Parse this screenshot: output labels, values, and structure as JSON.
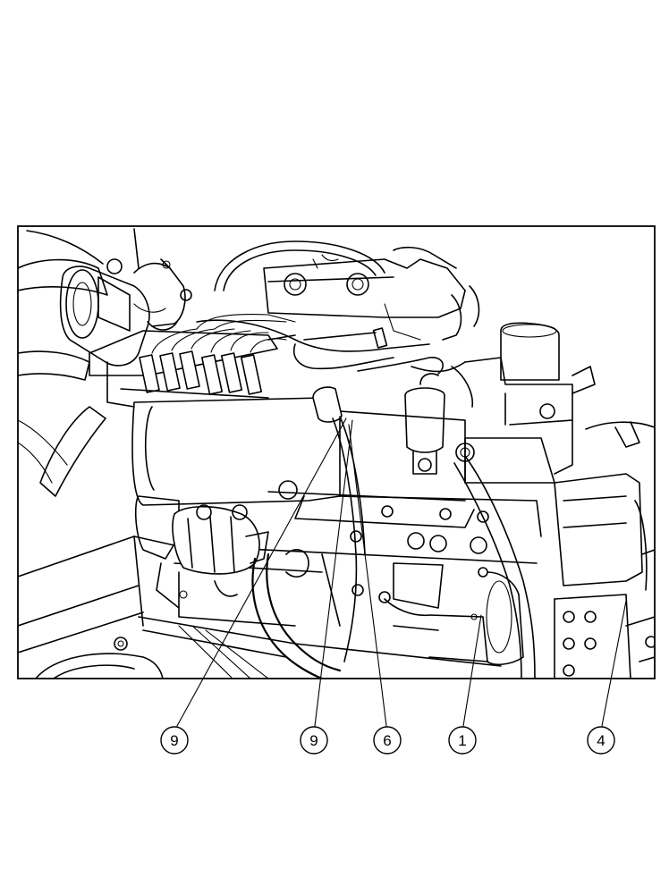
{
  "figure": {
    "description_label": "",
    "callouts": [
      {
        "id": "c1",
        "label": "9"
      },
      {
        "id": "c2",
        "label": "9"
      },
      {
        "id": "c3",
        "label": "6"
      },
      {
        "id": "c4",
        "label": "1"
      },
      {
        "id": "c5",
        "label": "4"
      }
    ]
  },
  "colors": {
    "line": "#000000",
    "background": "#ffffff"
  }
}
